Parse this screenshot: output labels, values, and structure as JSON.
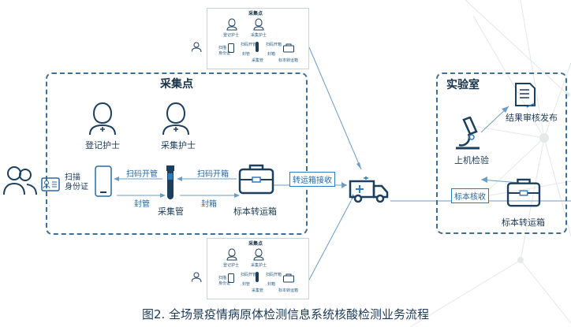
{
  "collection_main": {
    "title": "采集点",
    "nurse_register": "登记护士",
    "nurse_collect": "采集护士",
    "scan_id": "扫描\n身份证",
    "scan_open_1": "扫码开管",
    "scan_open_2": "扫码开箱",
    "seal_tube": "封管",
    "seal_box": "封箱",
    "tube": "采集管",
    "transport_box": "标本转运箱"
  },
  "collection_small": {
    "title": "采集点",
    "nurse_register": "登记护士",
    "nurse_collect": "采集护士",
    "scan_id": "扫描\n身份证",
    "scan_open_1": "扫码开管",
    "scan_open_2": "扫码开箱",
    "seal_tube": "封管",
    "seal_box": "封箱",
    "tube": "采集管",
    "transport_box": "标本转运箱"
  },
  "flow": {
    "transport_receive": "转运箱接收",
    "sample_verify": "标本核收"
  },
  "lab": {
    "title": "实验室",
    "result_publish": "结果审核发布",
    "machine_test": "上机检验",
    "transport_box": "标本转运箱"
  },
  "caption": "图2. 全场景疫情病原体检测信息系统核酸检测业务流程",
  "colors": {
    "line": "#6e9cc3",
    "dark": "#16324a",
    "accent": "#2d7bc0"
  },
  "icons": [
    "person-icon",
    "nurse-icon",
    "id-card-icon",
    "phone-scanner-icon",
    "test-tube-icon",
    "transport-box-icon",
    "ambulance-icon",
    "microscope-icon",
    "report-icon"
  ]
}
